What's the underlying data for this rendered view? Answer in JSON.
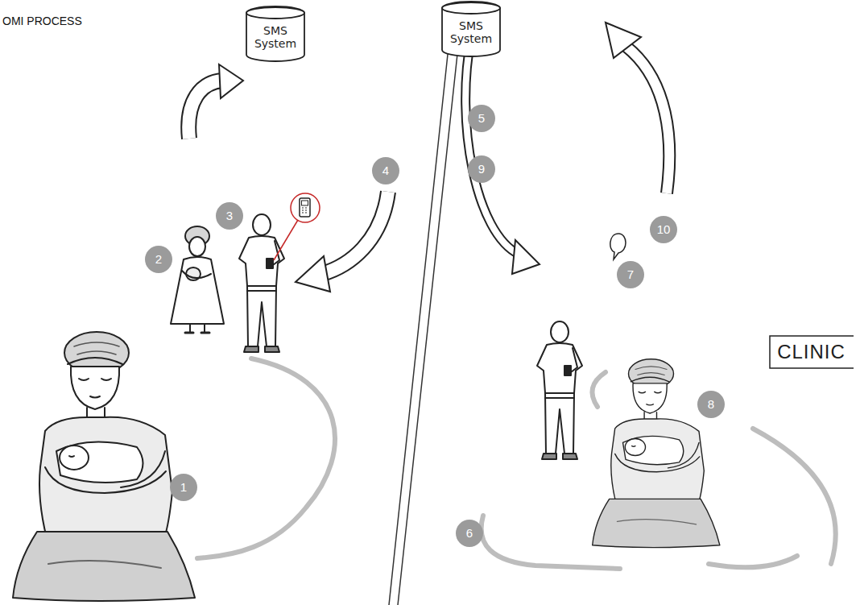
{
  "diagram": {
    "title": "OMI PROCESS",
    "nodes": [
      {
        "text": [
          "SMS System"
        ]
      },
      {
        "text": [
          "SMS System"
        ]
      },
      {
        "text": [
          "CLINIC"
        ]
      }
    ],
    "labels": [
      "1",
      "2",
      "3",
      "4",
      "5",
      "6",
      "7",
      "8",
      "9",
      "10"
    ]
  }
}
